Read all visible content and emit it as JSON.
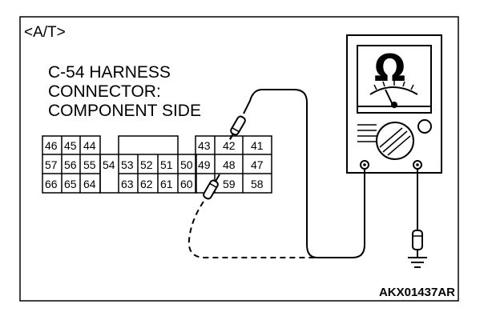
{
  "header": {
    "system_tag": "<A/T>"
  },
  "connector": {
    "title_lines": [
      "C-54 HARNESS",
      "CONNECTOR:",
      "COMPONENT SIDE"
    ],
    "pins": [
      "46",
      "45",
      "44",
      "43",
      "42",
      "41",
      "57",
      "56",
      "55",
      "54",
      "53",
      "52",
      "51",
      "50",
      "49",
      "48",
      "47",
      "66",
      "65",
      "64",
      "63",
      "62",
      "61",
      "60",
      "59",
      "58"
    ]
  },
  "meter": {
    "symbol": "Ω",
    "probe_pins": [
      "42",
      "59"
    ],
    "ground": "ground"
  },
  "figure_code": "AKX01437AR"
}
